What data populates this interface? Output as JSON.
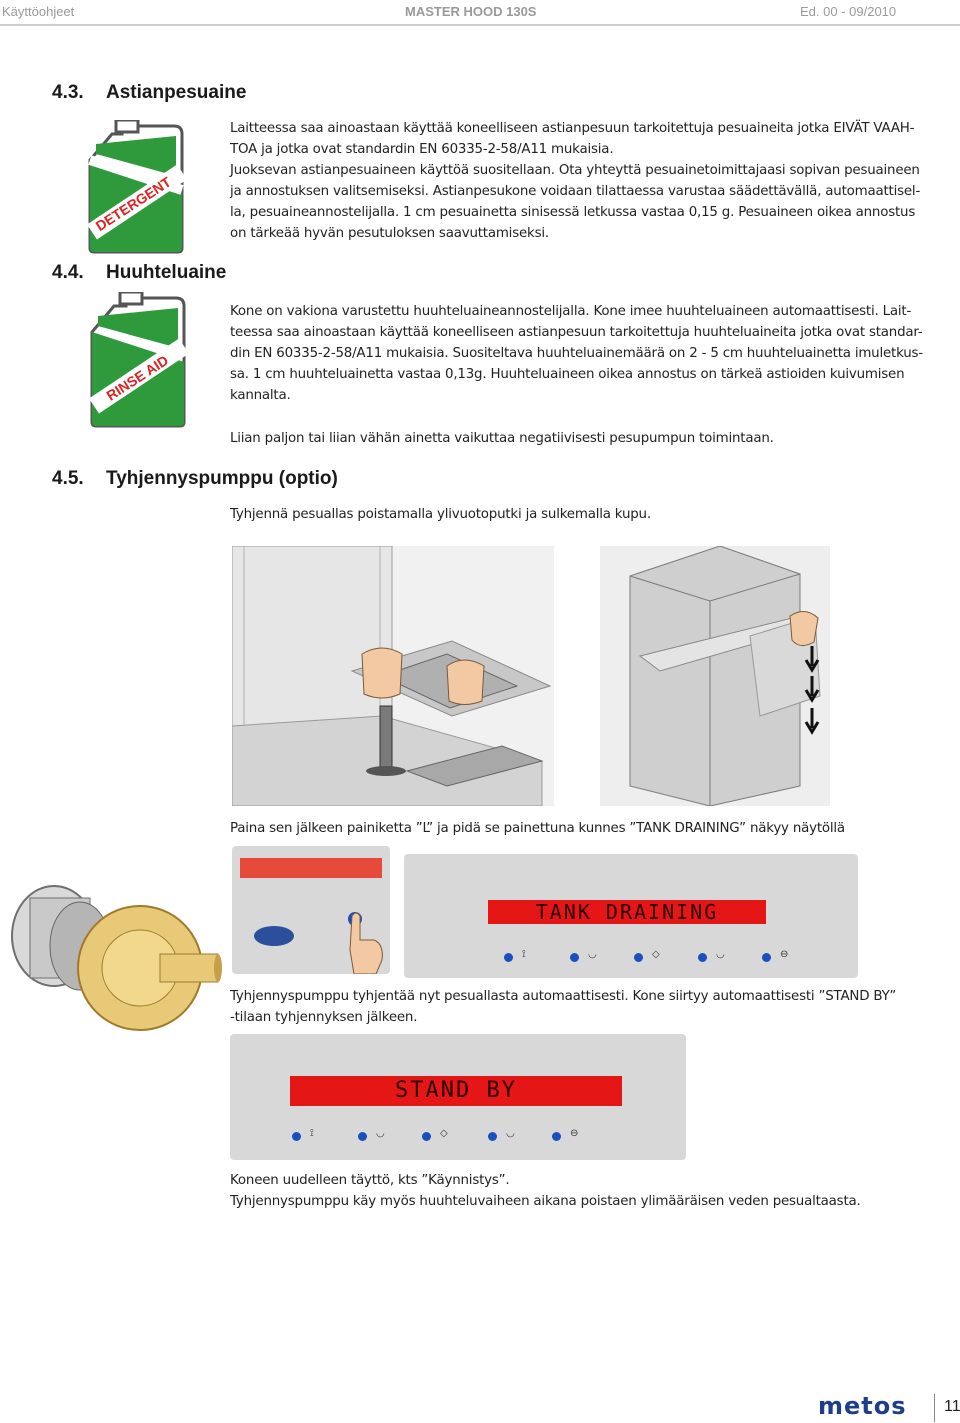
{
  "header": {
    "left": "Käyttöohjeet",
    "center": "MASTER HOOD 130S",
    "right": "Ed. 00 - 09/2010"
  },
  "sec43": {
    "number": "4.3.",
    "title": "Astianpesuaine",
    "icon_label": "DETERGENT",
    "lines": [
      "Laitteessa saa ainoastaan käyttää koneelliseen astianpesuun tarkoitettuja pesuaineita jotka EIVÄT VAAH-",
      "TOA ja jotka ovat standardin EN 60335-2-58/A11 mukaisia.",
      "Juoksevan astianpesuaineen käyttöä suositellaan. Ota yhteyttä pesuainetoimittajaasi sopivan pesuaineen",
      "ja annostuksen valitsemiseksi. Astianpesukone voidaan tilattaessa varustaa säädettävällä, automaattisel-",
      "la, pesuaineannostelijalla. 1 cm pesuainetta sinisessä letkussa vastaa 0,15 g. Pesuaineen oikea annostus",
      "on tärkeää hyvän pesutuloksen saavuttamiseksi."
    ]
  },
  "sec44": {
    "number": "4.4.",
    "title": "Huuhteluaine",
    "icon_label": "RINSE AID",
    "lines": [
      "Kone on vakiona varustettu huuhteluaineannostelijalla. Kone imee huuhteluaineen automaattisesti. Lait-",
      "teessa saa ainoastaan käyttää koneelliseen astianpesuun tarkoitettuja huuhteluaineita jotka ovat standar-",
      "din EN 60335-2-58/A11 mukaisia. Suositeltava huuhteluainemäärä on 2 - 5 cm huuhteluainetta imuletkus-",
      "sa. 1 cm huuhteluainetta vastaa 0,13g. Huuhteluaineen oikea annostus on tärkeä astioiden kuivumisen",
      "kannalta."
    ],
    "warning": "Liian paljon tai liian vähän ainetta vaikuttaa negatiivisesti pesupumpun toimintaan."
  },
  "sec45": {
    "number": "4.5.",
    "title": "Tyhjennyspumppu (optio)",
    "intro": "Tyhjennä pesuallas poistamalla ylivuotoputki ja sulkemalla kupu.",
    "press_text": "Paina sen jälkeen painiketta ”L” ja pidä se painettuna kunnes ”TANK DRAINING” näkyy näytöllä",
    "display1": "TANK DRAINING",
    "after1_lines": [
      "Tyhjennyspumppu tyhjentää nyt pesuallasta automaattisesti. Kone siirtyy automaattisesti ”STAND BY”",
      "-tilaan tyhjennyksen jälkeen."
    ],
    "display2": "STAND BY",
    "footer_lines": [
      "Koneen uudelleen täyttö, kts ”Käynnistys”.",
      "Tyhjennyspumppu käy myös huuhteluvaiheen aikana poistaen ylimääräisen veden pesualtaasta."
    ]
  },
  "footer": {
    "brand": "metos",
    "page": "11"
  },
  "colors": {
    "icon_green": "#2e9a3c",
    "lcd_red": "#e41616",
    "led_blue": "#1a4fbf",
    "brand_blue": "#1d3f8a"
  }
}
